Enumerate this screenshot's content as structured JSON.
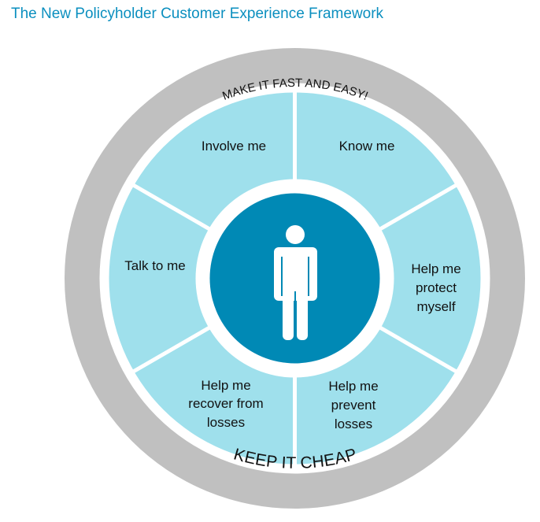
{
  "title": "The New Policyholder Customer Experience Framework",
  "outer_ring": {
    "top_text": "MAKE IT FAST AND EASY!",
    "bottom_text": "KEEP IT CHEAP"
  },
  "segments": [
    {
      "id": "know-me",
      "lines": [
        "Know me"
      ]
    },
    {
      "id": "help-me-protect-myself",
      "lines": [
        "Help me",
        "protect",
        "myself"
      ]
    },
    {
      "id": "help-me-prevent-losses",
      "lines": [
        "Help me",
        "prevent",
        "losses"
      ]
    },
    {
      "id": "help-me-recover-from-losses",
      "lines": [
        "Help me",
        "recover from",
        "losses"
      ]
    },
    {
      "id": "talk-to-me",
      "lines": [
        "Talk to me"
      ]
    },
    {
      "id": "involve-me",
      "lines": [
        "Involve me"
      ]
    }
  ],
  "center": {
    "icon": "person-icon"
  },
  "colors": {
    "title": "#0b8fbf",
    "ring_gray": "#c0c0c0",
    "segment_blue": "#9fe0ec",
    "center_blue": "#0089b5",
    "divider": "#ffffff"
  }
}
